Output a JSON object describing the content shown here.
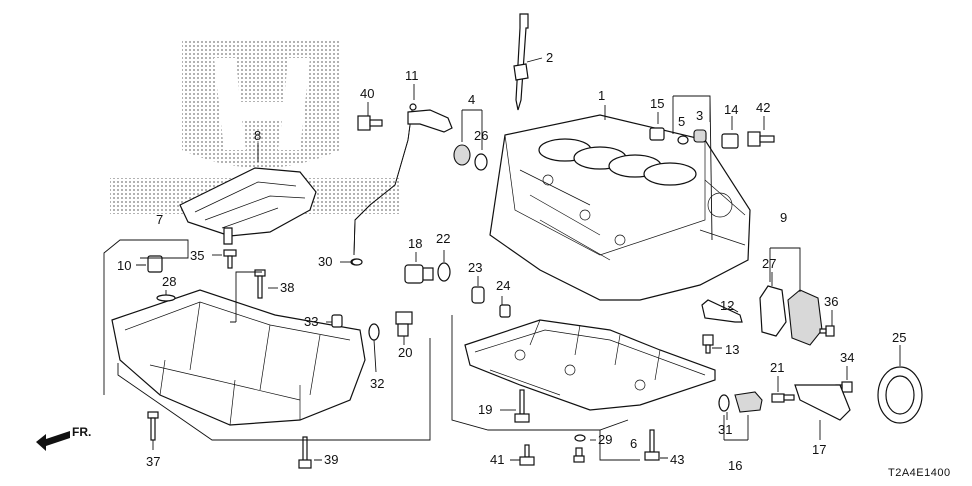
{
  "diagram": {
    "diagram_code": "T2A4E1400",
    "direction_marker": "FR.",
    "callouts": [
      "1",
      "2",
      "3",
      "4",
      "5",
      "6",
      "7",
      "8",
      "9",
      "10",
      "11",
      "12",
      "13",
      "14",
      "15",
      "16",
      "17",
      "18",
      "19",
      "20",
      "21",
      "22",
      "23",
      "24",
      "25",
      "26",
      "27",
      "28",
      "29",
      "30",
      "31",
      "32",
      "33",
      "34",
      "35",
      "36",
      "37",
      "38",
      "39",
      "40",
      "41",
      "42",
      "43"
    ]
  },
  "colors": {
    "ink": "#111111",
    "logo_dots": "#9a9a9a",
    "background": "#ffffff"
  },
  "icons": {
    "watermark": "honda-logo-watermark",
    "direction": "front-direction-arrow"
  }
}
